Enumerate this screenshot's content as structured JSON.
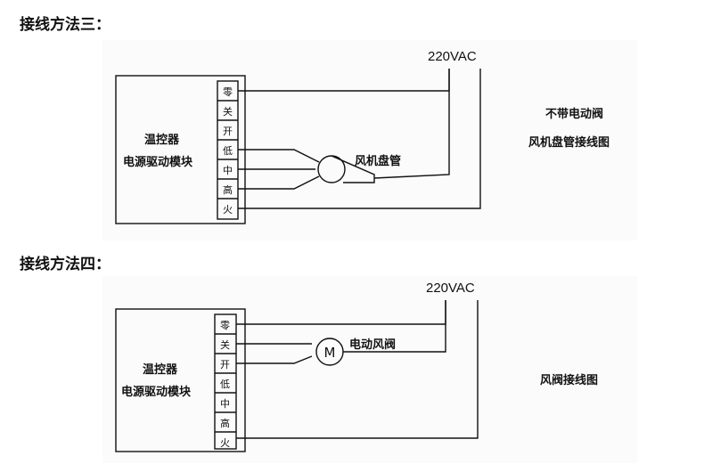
{
  "sections": [
    {
      "heading": "接线方法三：",
      "controller": {
        "line1": "温控器",
        "line2": "电源驱动模块"
      },
      "terminals": [
        "零",
        "关",
        "开",
        "低",
        "中",
        "高",
        "火"
      ],
      "supply": "220VAC",
      "device": {
        "label": "风机盘管",
        "icon": "fan-coil-icon"
      },
      "caption": [
        "不带电动阀",
        "风机盘管接线图"
      ]
    },
    {
      "heading": "接线方法四：",
      "controller": {
        "line1": "温控器",
        "line2": "电源驱动模块"
      },
      "terminals": [
        "零",
        "关",
        "开",
        "低",
        "中",
        "高",
        "火"
      ],
      "supply": "220VAC",
      "device": {
        "label": "电动风阀",
        "symbol": "M",
        "icon": "motor-icon"
      },
      "caption": [
        "风阀接线图"
      ]
    }
  ]
}
